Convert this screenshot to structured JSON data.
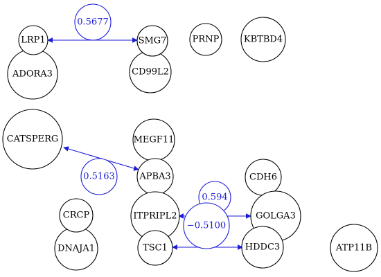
{
  "diagram": {
    "colors": {
      "node_stroke": "#000000",
      "edge": "#1a1adb",
      "background": "#ffffff"
    },
    "nodes": {
      "lrp1": "LRP1",
      "adora3": "ADORA3",
      "smg7": "SMG7",
      "cd99l2": "CD99L2",
      "prnp": "PRNP",
      "kbtbd4": "KBTBD4",
      "catsperg": "CATSPERG",
      "megf11": "MEGF11",
      "apba3": "APBA3",
      "cdh6": "CDH6",
      "crcp": "CRCP",
      "dnaja1": "DNAJA1",
      "itpripl2": "ITPRIPL2",
      "golga3": "GOLGA3",
      "tsc1": "TSC1",
      "hddc3": "HDDC3",
      "atp11b": "ATP11B"
    },
    "edges": {
      "lrp1_smg7": {
        "from": "LRP1",
        "to": "SMG7",
        "weight": "0.5677"
      },
      "catsperg_apba3": {
        "from": "CATSPERG",
        "to": "APBA3",
        "weight": "0.5163"
      },
      "itpripl2_golga3": {
        "from": "ITPRIPL2",
        "to": "GOLGA3",
        "weight": "0.594"
      },
      "tsc1_hddc3": {
        "from": "TSC1",
        "to": "HDDC3",
        "weight": "−0.5100"
      }
    }
  }
}
